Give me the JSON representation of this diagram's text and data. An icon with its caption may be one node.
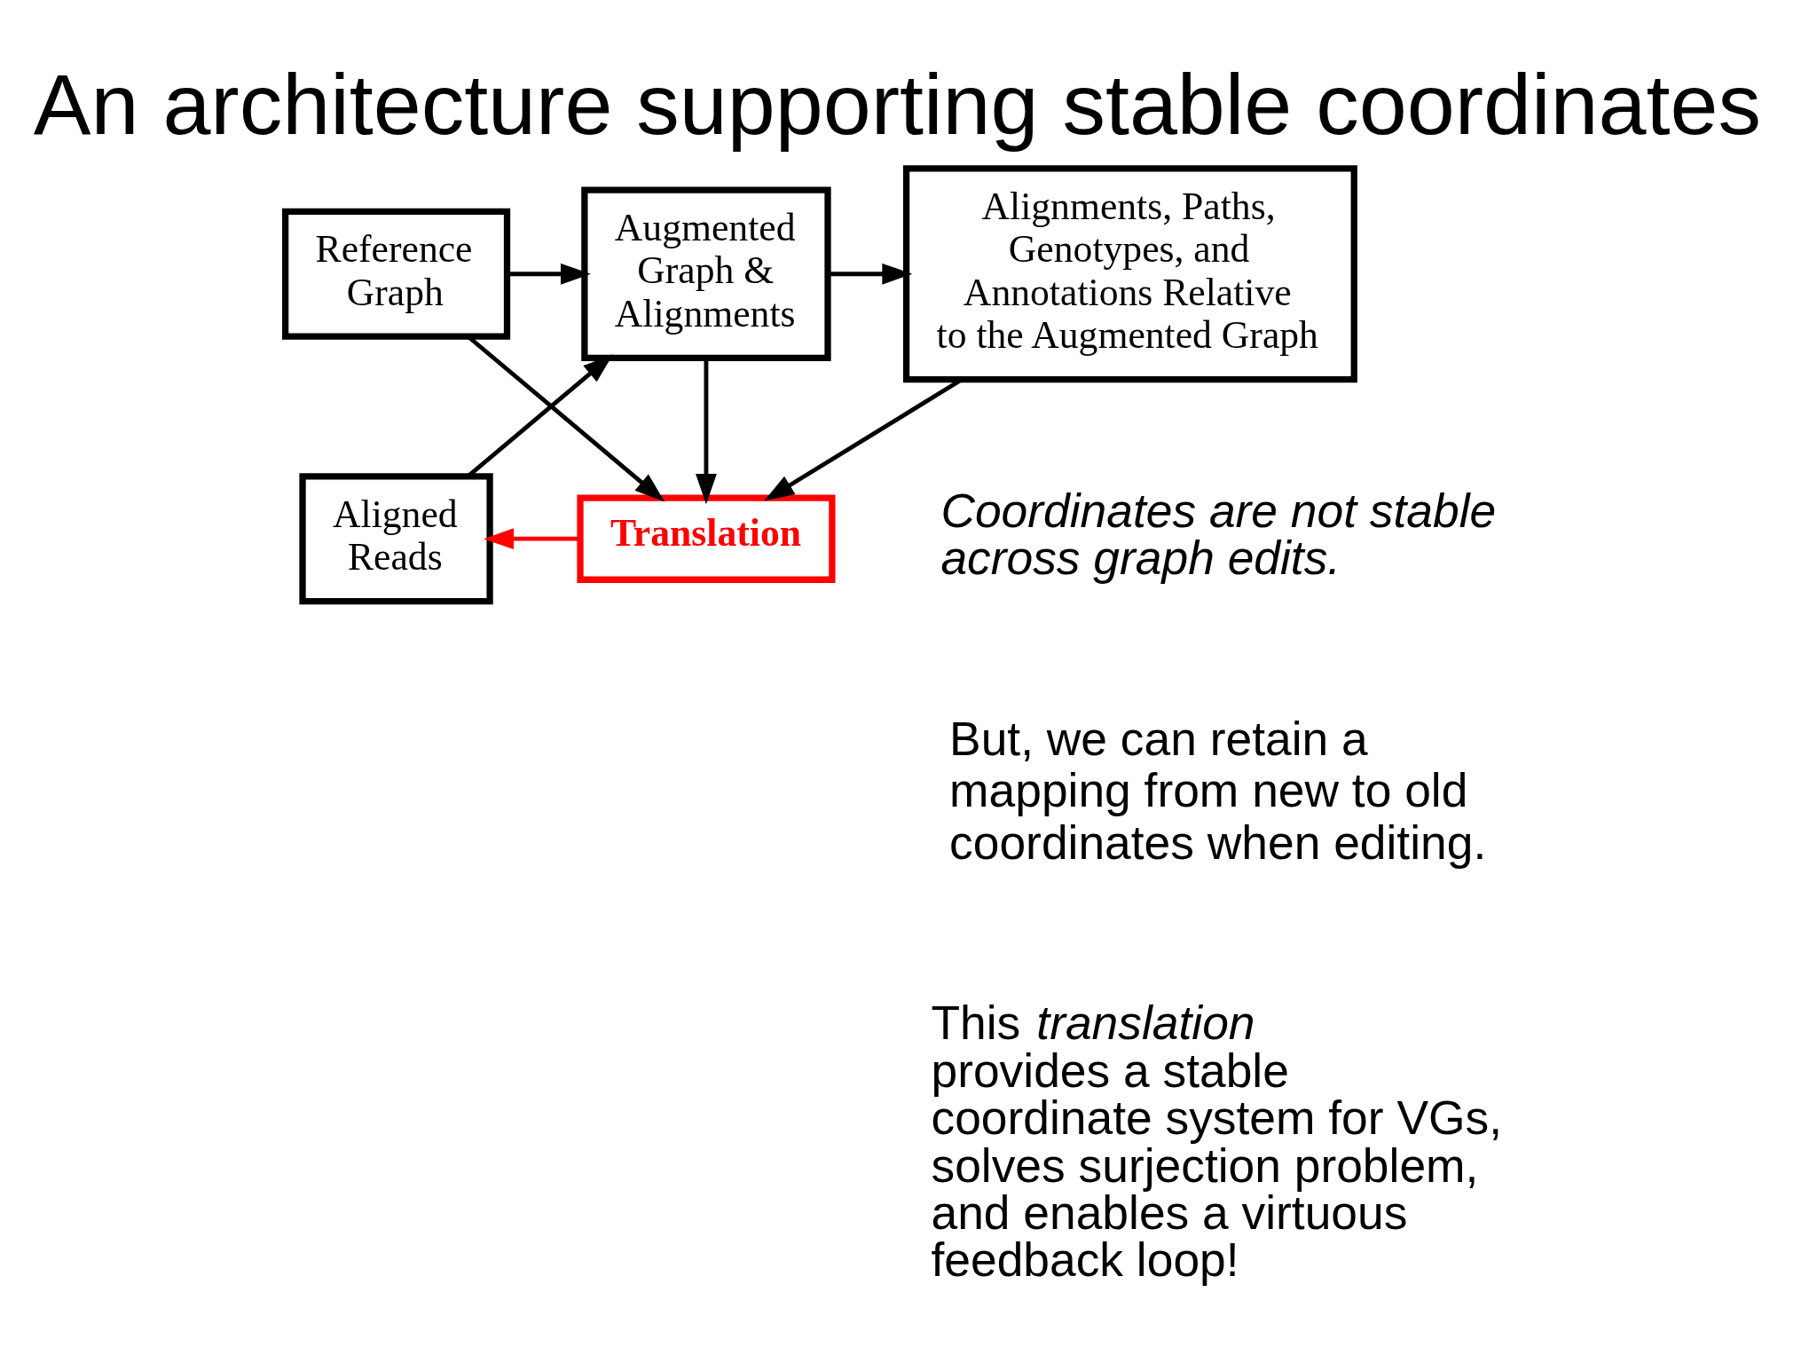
{
  "diagram": {
    "title": "An architecture supporting stable coordinates",
    "nodes": [
      {
        "text": [
          "Translation"
        ]
      },
      {
        "text": [
          "Reference Graph"
        ]
      },
      {
        "text": [
          "Augmented Graph & Alignments"
        ]
      },
      {
        "text": [
          "Alignments, Paths, Genotypes, and Annotations Relative to the Augmented Graph"
        ]
      },
      {
        "text": [
          "Aligned Reads"
        ]
      }
    ],
    "edges": [
      {
        "from": 1,
        "to": 0,
        "arrow": "to"
      },
      {
        "from": 3,
        "to": 0,
        "arrow": "to"
      },
      {
        "from": 2,
        "to": 0,
        "arrow": "to"
      },
      {
        "from": 1,
        "to": 2,
        "arrow": "to"
      },
      {
        "from": 2,
        "to": 3,
        "arrow": "to"
      },
      {
        "from": 4,
        "to": 2,
        "arrow": "to"
      },
      {
        "from": 0,
        "to": 4,
        "arrow": "to",
        "color": "#ff0000"
      }
    ],
    "labels": [
      "Coordinates are not stable across graph edits.",
      "But, we can retain a mapping from new to old coordinates when editing.",
      "This *translation* provides a stable coordinate system for VGs, solves surjection problem, and enables a virtuous feedback loop!"
    ]
  }
}
